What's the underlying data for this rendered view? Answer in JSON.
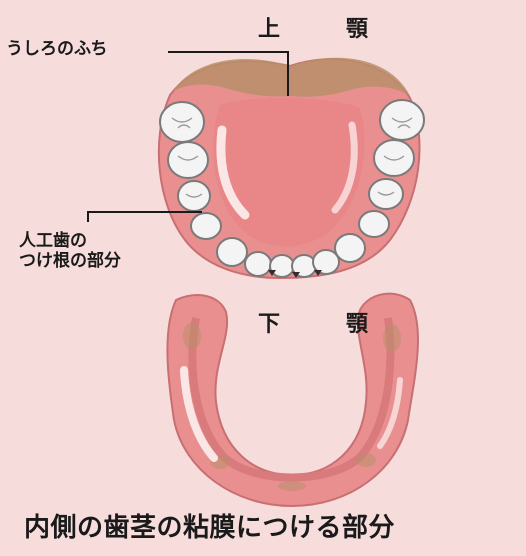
{
  "labels": {
    "upper_jaw": "上　顎",
    "back_edge": "うしろのふち",
    "artificial_teeth_root_line1": "人工歯の",
    "artificial_teeth_root_line2": "つけ根の部分",
    "lower_jaw": "下　顎",
    "inner_gum_part": "内側の歯茎の粘膜につける部分"
  },
  "colors": {
    "background": "#f7dcdc",
    "gum_pink": "#e98f90",
    "gum_dark": "#c86f72",
    "palate_brown": "#b98f6a",
    "tooth_white": "#f4f4f4",
    "tooth_outline": "#7a7a7a",
    "highlight": "#fbe6e6"
  }
}
